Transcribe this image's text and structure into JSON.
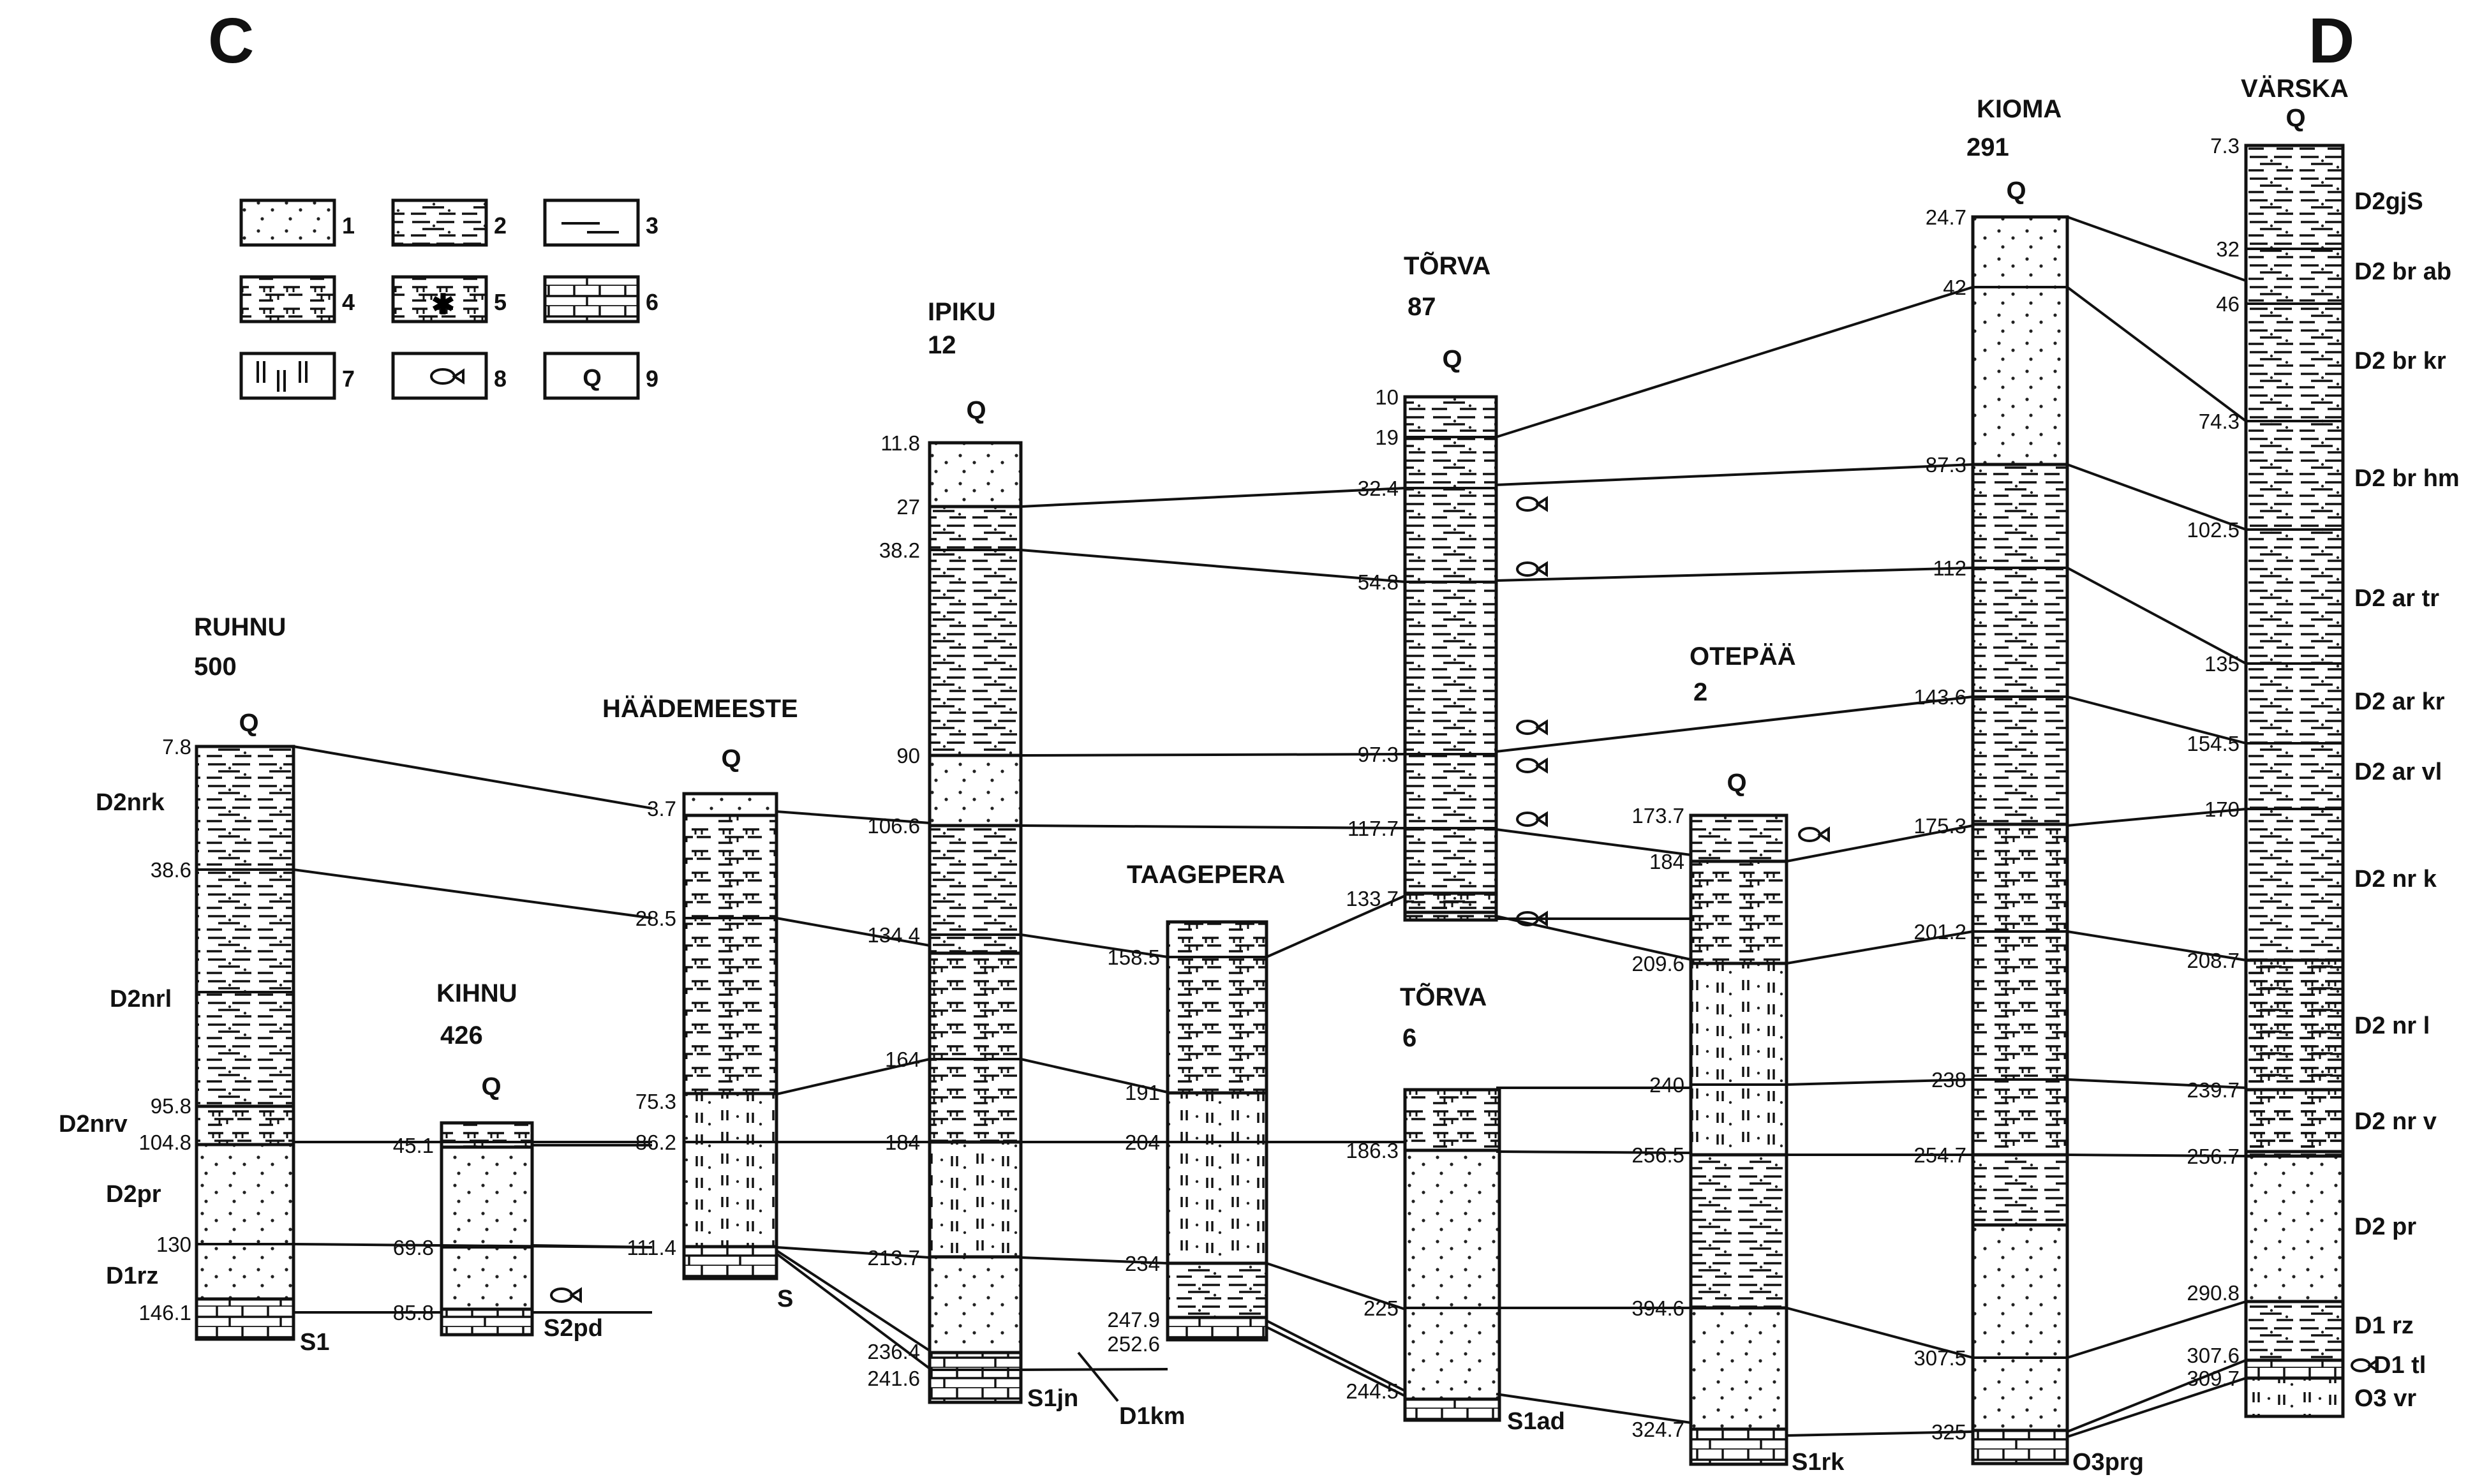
{
  "section": {
    "left": "C",
    "right": "D"
  },
  "legend": [
    "1",
    "2",
    "3",
    "4",
    "5",
    "6",
    "7",
    "8",
    "9"
  ],
  "legend_q": "Q",
  "columns": [
    {
      "id": "ruhnu",
      "name": "RUHNU",
      "number": "500",
      "top": "Q",
      "depths": [
        "7.8",
        "38.6",
        "95.8",
        "104.8",
        "130",
        "146.1"
      ],
      "formations": [
        "D2nrk",
        "D2nrl",
        "D2nrv",
        "D2pr",
        "D1rz",
        "S1"
      ]
    },
    {
      "id": "kihnu",
      "name": "KIHNU",
      "number": "426",
      "top": "Q",
      "depths": [
        "45.1",
        "69.8",
        "85.8"
      ],
      "formations": [
        "S2pd"
      ]
    },
    {
      "id": "haademeeste",
      "name": "HÄÄDEMEESTE",
      "number": "",
      "top": "Q",
      "depths": [
        "3.7",
        "28.5",
        "75.3",
        "86.2",
        "111.4"
      ],
      "formations": [
        "S"
      ]
    },
    {
      "id": "ipiku",
      "name": "IPIKU",
      "number": "12",
      "top": "Q",
      "depths": [
        "11.8",
        "27",
        "38.2",
        "90",
        "106.6",
        "134.4",
        "164",
        "184",
        "213.7",
        "236.4",
        "241.6"
      ],
      "formations": [
        "S1jn",
        "D1km"
      ]
    },
    {
      "id": "taagepera",
      "name": "TAAGEPERA",
      "number": "",
      "top": "",
      "depths": [
        "158.5",
        "191",
        "204",
        "234",
        "247.9",
        "252.6"
      ],
      "formations": []
    },
    {
      "id": "torva87",
      "name": "TÕRVA",
      "number": "87",
      "top": "Q",
      "depths": [
        "10",
        "19",
        "32.4",
        "54.8",
        "97.3",
        "117.7",
        "133.7"
      ],
      "formations": []
    },
    {
      "id": "torva6",
      "name": "TÕRVA",
      "number": "6",
      "top": "",
      "depths": [
        "186.3",
        "225",
        "244.5"
      ],
      "formations": [
        "S1ad"
      ]
    },
    {
      "id": "otepaa",
      "name": "OTEPÄÄ",
      "number": "2",
      "top": "Q",
      "depths": [
        "173.7",
        "184",
        "209.6",
        "240",
        "256.5",
        "394.6",
        "324.7"
      ],
      "formations": []
    },
    {
      "id": "kioma",
      "name": "KIOMA",
      "number": "291",
      "top": "Q",
      "depths": [
        "24.7",
        "42",
        "87.3",
        "112",
        "143.6",
        "175.3",
        "201.2",
        "238",
        "254.7",
        "307.5",
        "325"
      ],
      "formations": [
        "S1rk",
        "O3prg"
      ]
    },
    {
      "id": "varska",
      "name": "VÄRSKA",
      "number": "",
      "top": "Q",
      "depths": [
        "7.3",
        "32",
        "46",
        "74.3",
        "102.5",
        "135",
        "154.5",
        "170",
        "208.7",
        "239.7",
        "256.7",
        "290.8",
        "307.6",
        "309.7"
      ],
      "formations": [
        "D2gjS",
        "D2 br ab",
        "D2 br kr",
        "D2 br hm",
        "D2 ar tr",
        "D2 ar kr",
        "D2 ar vl",
        "D2 nr k",
        "D2 nr l",
        "D2 nr v",
        "D2 pr",
        "D1 rz",
        "D1 tl",
        "O3 vr"
      ]
    }
  ]
}
